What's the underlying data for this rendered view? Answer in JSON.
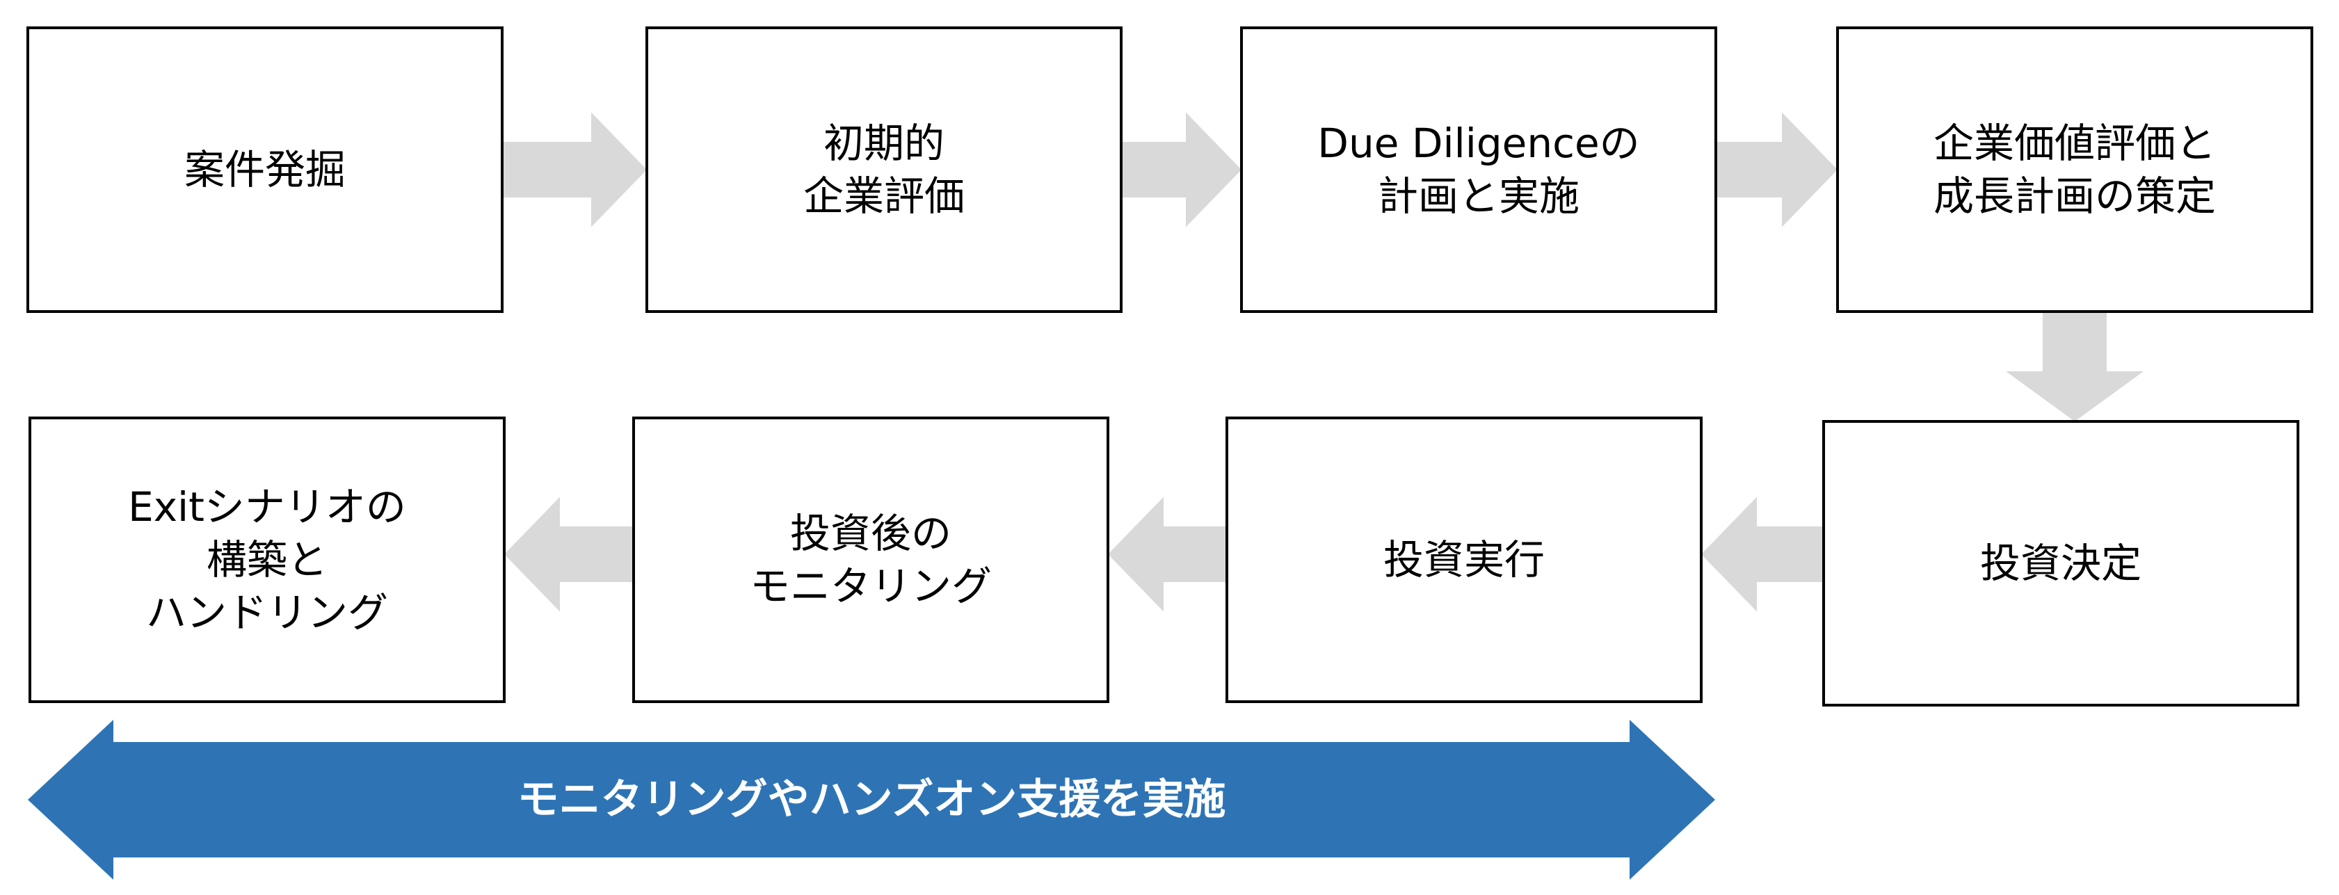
{
  "colors": {
    "box_fill": "#ffffff",
    "box_border": "#000000",
    "flow_arrow": "#d9d9d9",
    "banner": "#2e74b5",
    "banner_text": "#ffffff"
  },
  "steps": [
    {
      "id": "sourcing",
      "lines": [
        "案件発掘"
      ]
    },
    {
      "id": "initial-valuation",
      "lines": [
        "初期的",
        "企業評価"
      ]
    },
    {
      "id": "due-diligence",
      "lines": [
        "Due Diligenceの",
        "計画と実施"
      ]
    },
    {
      "id": "valuation-growth-plan",
      "lines": [
        "企業価値評価と",
        "成長計画の策定"
      ]
    },
    {
      "id": "investment-decision",
      "lines": [
        "投資決定"
      ]
    },
    {
      "id": "investment-execution",
      "lines": [
        "投資実行"
      ]
    },
    {
      "id": "post-investment-monitoring",
      "lines": [
        "投資後の",
        "モニタリング"
      ]
    },
    {
      "id": "exit-scenario",
      "lines": [
        "Exitシナリオの",
        "構築と",
        "ハンドリング"
      ]
    }
  ],
  "banner": {
    "label": "モニタリングやハンズオン支援を実施"
  }
}
